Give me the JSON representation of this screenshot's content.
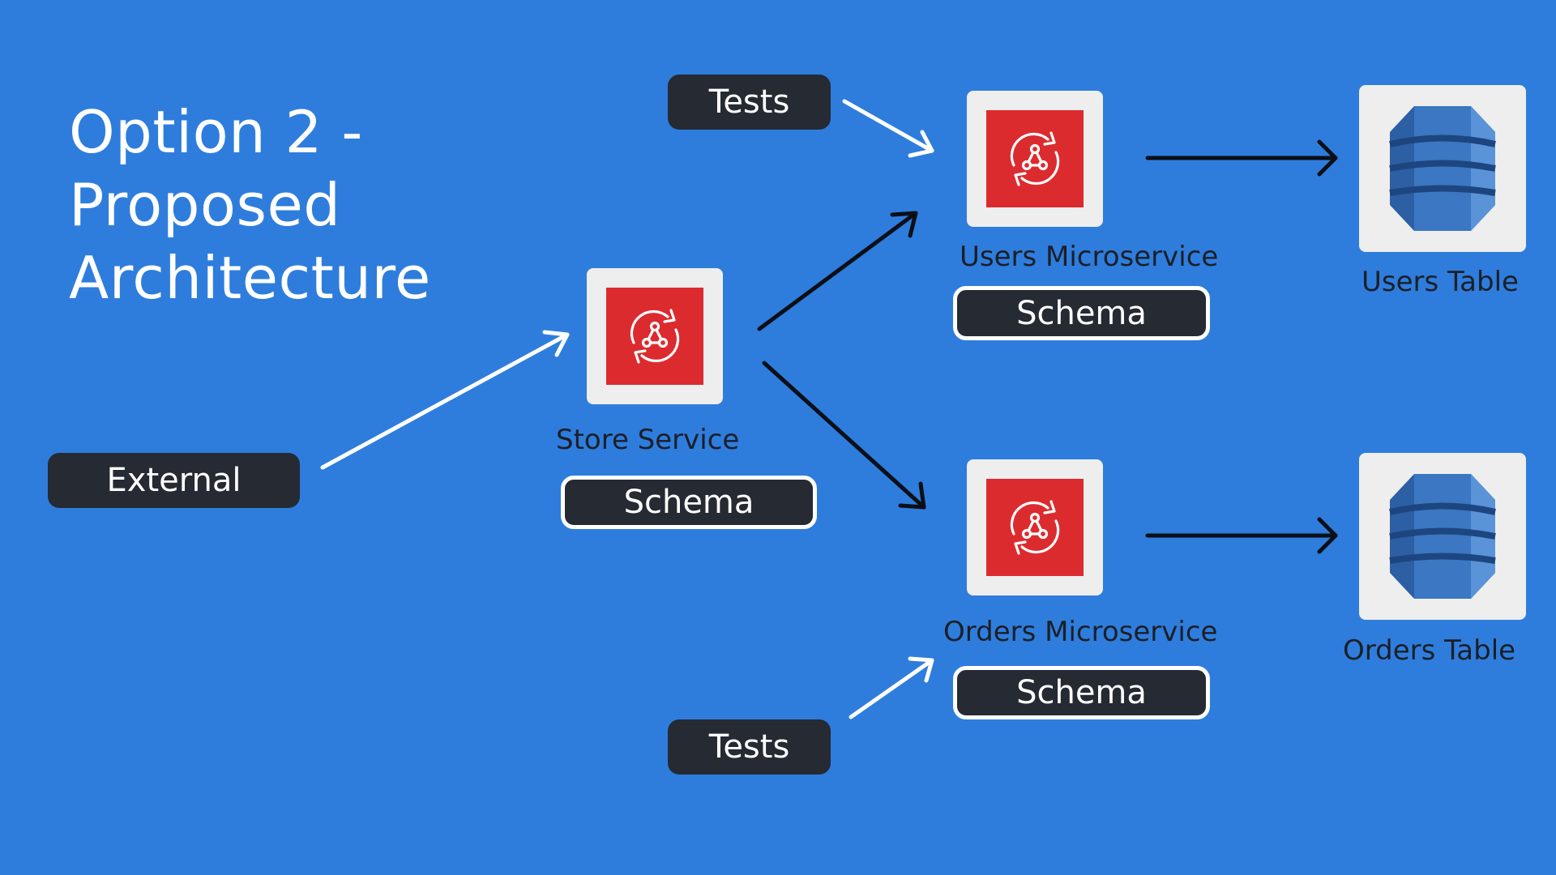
{
  "title": {
    "line1": "Option 2 -",
    "line2": "Proposed",
    "line3": "Architecture"
  },
  "nodes": {
    "external": "External",
    "tests_top": "Tests",
    "tests_bottom": "Tests",
    "store_service": {
      "label": "Store Service",
      "schema": "Schema"
    },
    "users_microservice": {
      "label": "Users Microservice",
      "schema": "Schema"
    },
    "orders_microservice": {
      "label": "Orders Microservice",
      "schema": "Schema"
    },
    "users_table": "Users Table",
    "orders_table": "Orders Table"
  },
  "colors": {
    "background": "#2e7ddd",
    "pill": "#252a33",
    "service_icon": "#dc2b2f",
    "database_icon": "#2c5fa3"
  },
  "icons": {
    "service": "appsync-service-icon",
    "table": "dynamodb-table-icon"
  }
}
